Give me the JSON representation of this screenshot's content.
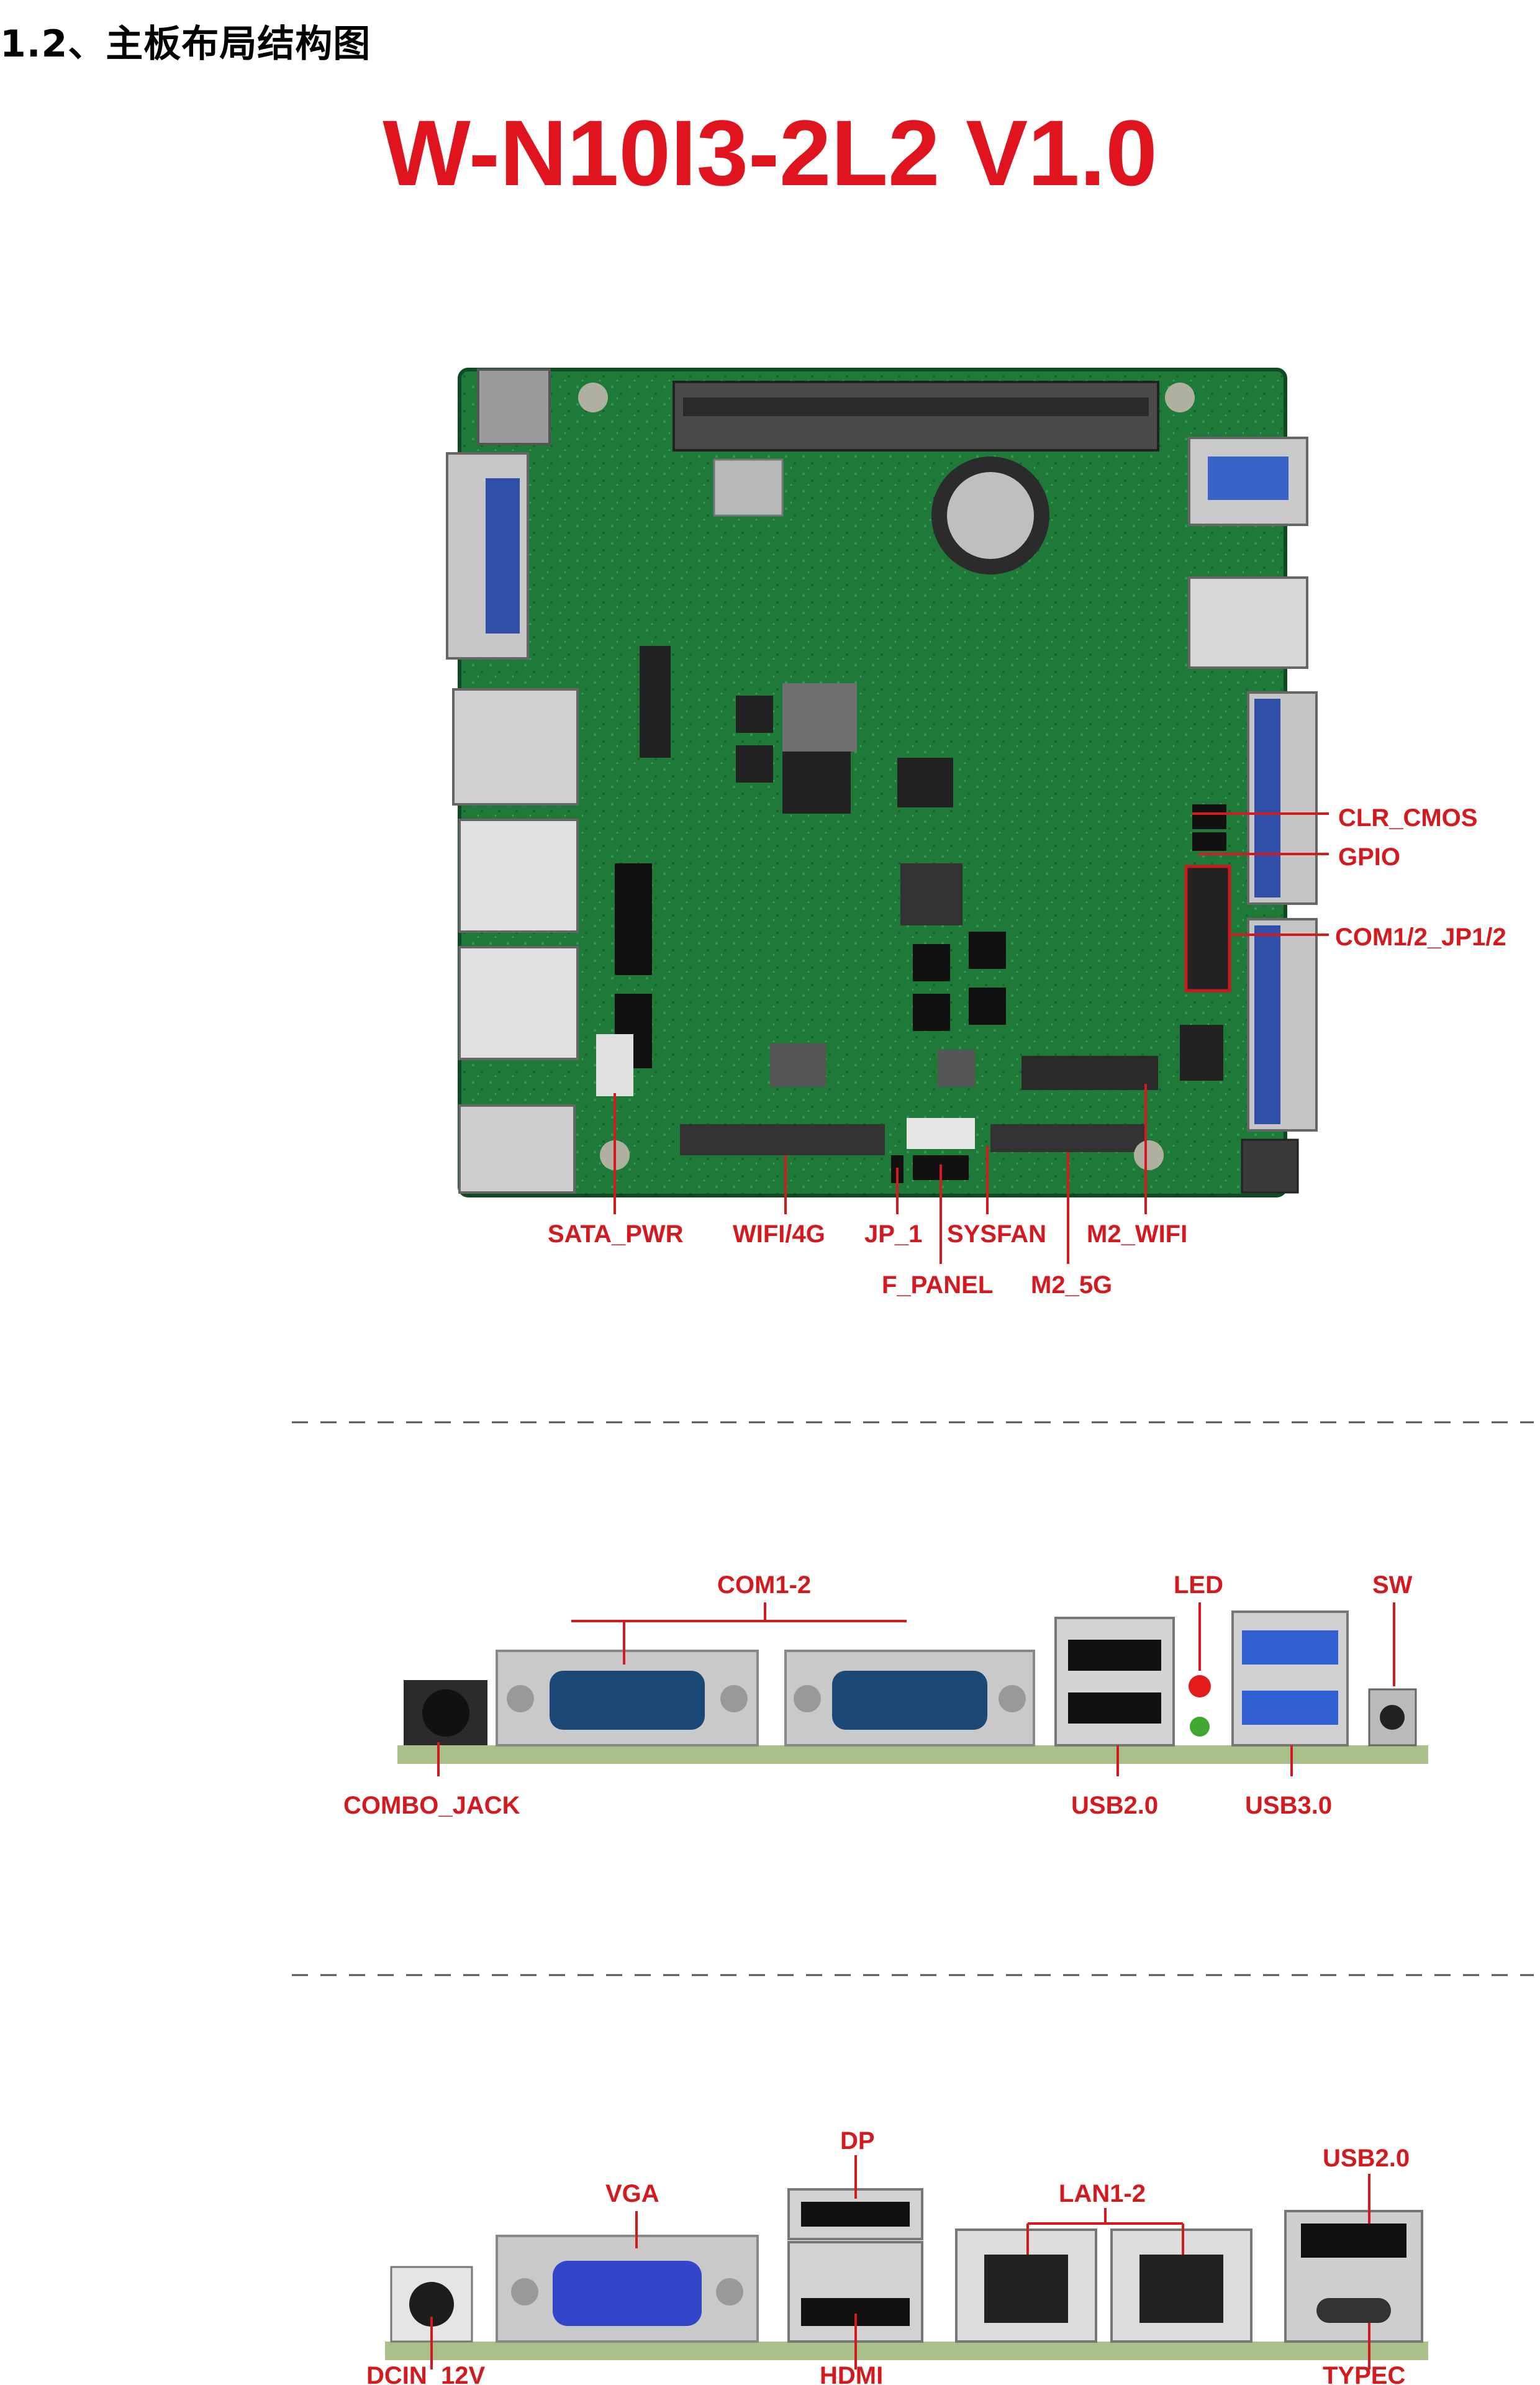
{
  "heading": "1.2、主板布局结构图",
  "model_title": "W-N10I3-2L2 V1.0",
  "colors": {
    "accent": "#d41a1f",
    "pcb": "#1f7a3a"
  },
  "board_labels": {
    "clr_cmos": "CLR_CMOS",
    "gpio": "GPIO",
    "com_jp": "COM1/2_JP1/2",
    "sata_pwr": "SATA_PWR",
    "wifi_4g": "WIFI/4G",
    "jp_1": "JP_1",
    "sysfan": "SYSFAN",
    "m2_wifi": "M2_WIFI",
    "f_panel": "F_PANEL",
    "m2_5g": "M2_5G"
  },
  "io_top_labels": {
    "com1_2": "COM1-2",
    "led": "LED",
    "sw": "SW",
    "combo_jack": "COMBO_JACK",
    "usb20": "USB2.0",
    "usb30": "USB3.0"
  },
  "io_bottom_labels": {
    "vga": "VGA",
    "dp": "DP",
    "lan1_2": "LAN1-2",
    "usb20": "USB2.0",
    "dcin": "DCIN_12V",
    "hdmi": "HDMI",
    "typec": "TYPEC"
  }
}
